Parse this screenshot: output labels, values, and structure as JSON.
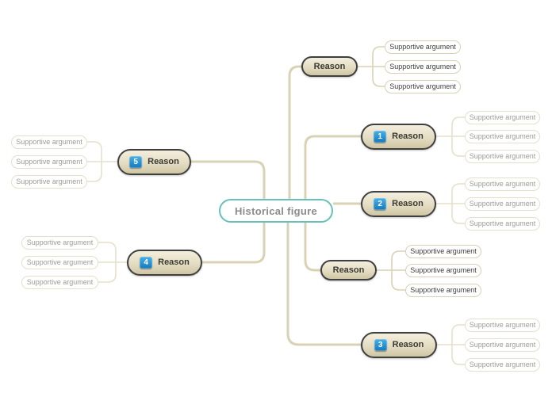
{
  "app": {
    "view": "mind-map-canvas"
  },
  "center": {
    "label": "Historical figure"
  },
  "branches": [
    {
      "label": "Reason",
      "badge": "",
      "muted": false,
      "args": [
        "Supportive argument",
        "Supportive argument",
        "Supportive argument"
      ]
    },
    {
      "label": "Reason",
      "badge": "1",
      "muted": true,
      "args": [
        "Supportive argument",
        "Supportive argument",
        "Supportive argument"
      ]
    },
    {
      "label": "Reason",
      "badge": "2",
      "muted": true,
      "args": [
        "Supportive argument",
        "Supportive argument",
        "Supportive argument"
      ]
    },
    {
      "label": "Reason",
      "badge": "",
      "muted": false,
      "args": [
        "Supportive argument",
        "Supportive argument",
        "Supportive argument"
      ]
    },
    {
      "label": "Reason",
      "badge": "3",
      "muted": true,
      "args": [
        "Supportive argument",
        "Supportive argument",
        "Supportive argument"
      ]
    },
    {
      "label": "Reason",
      "badge": "5",
      "muted": true,
      "args": [
        "Supportive argument",
        "Supportive argument",
        "Supportive argument"
      ]
    },
    {
      "label": "Reason",
      "badge": "4",
      "muted": true,
      "args": [
        "Supportive argument",
        "Supportive argument",
        "Supportive argument"
      ]
    }
  ],
  "colors": {
    "canvas_bg": "#ffffff",
    "connector": "#d9d2b4",
    "connector_muted": "#e6e0cc",
    "node_border": "#3f3f3f",
    "node_fill_top": "#f3eedd",
    "node_fill_bottom": "#cfc6a4",
    "node_text": "#3a3a32",
    "badge_top": "#47b2e9",
    "badge_bottom": "#1478bc",
    "badge_text": "#ffffff",
    "arg_bg": "#ffffff",
    "arg_border": "#d8d1b5",
    "arg_text": "#3d3d3d",
    "arg_border_muted": "#e5dfcb",
    "arg_text_muted": "#9c9c93",
    "center_border": "#67c1ba",
    "center_text": "#8b8b8b",
    "center_bg": "#ffffff"
  }
}
